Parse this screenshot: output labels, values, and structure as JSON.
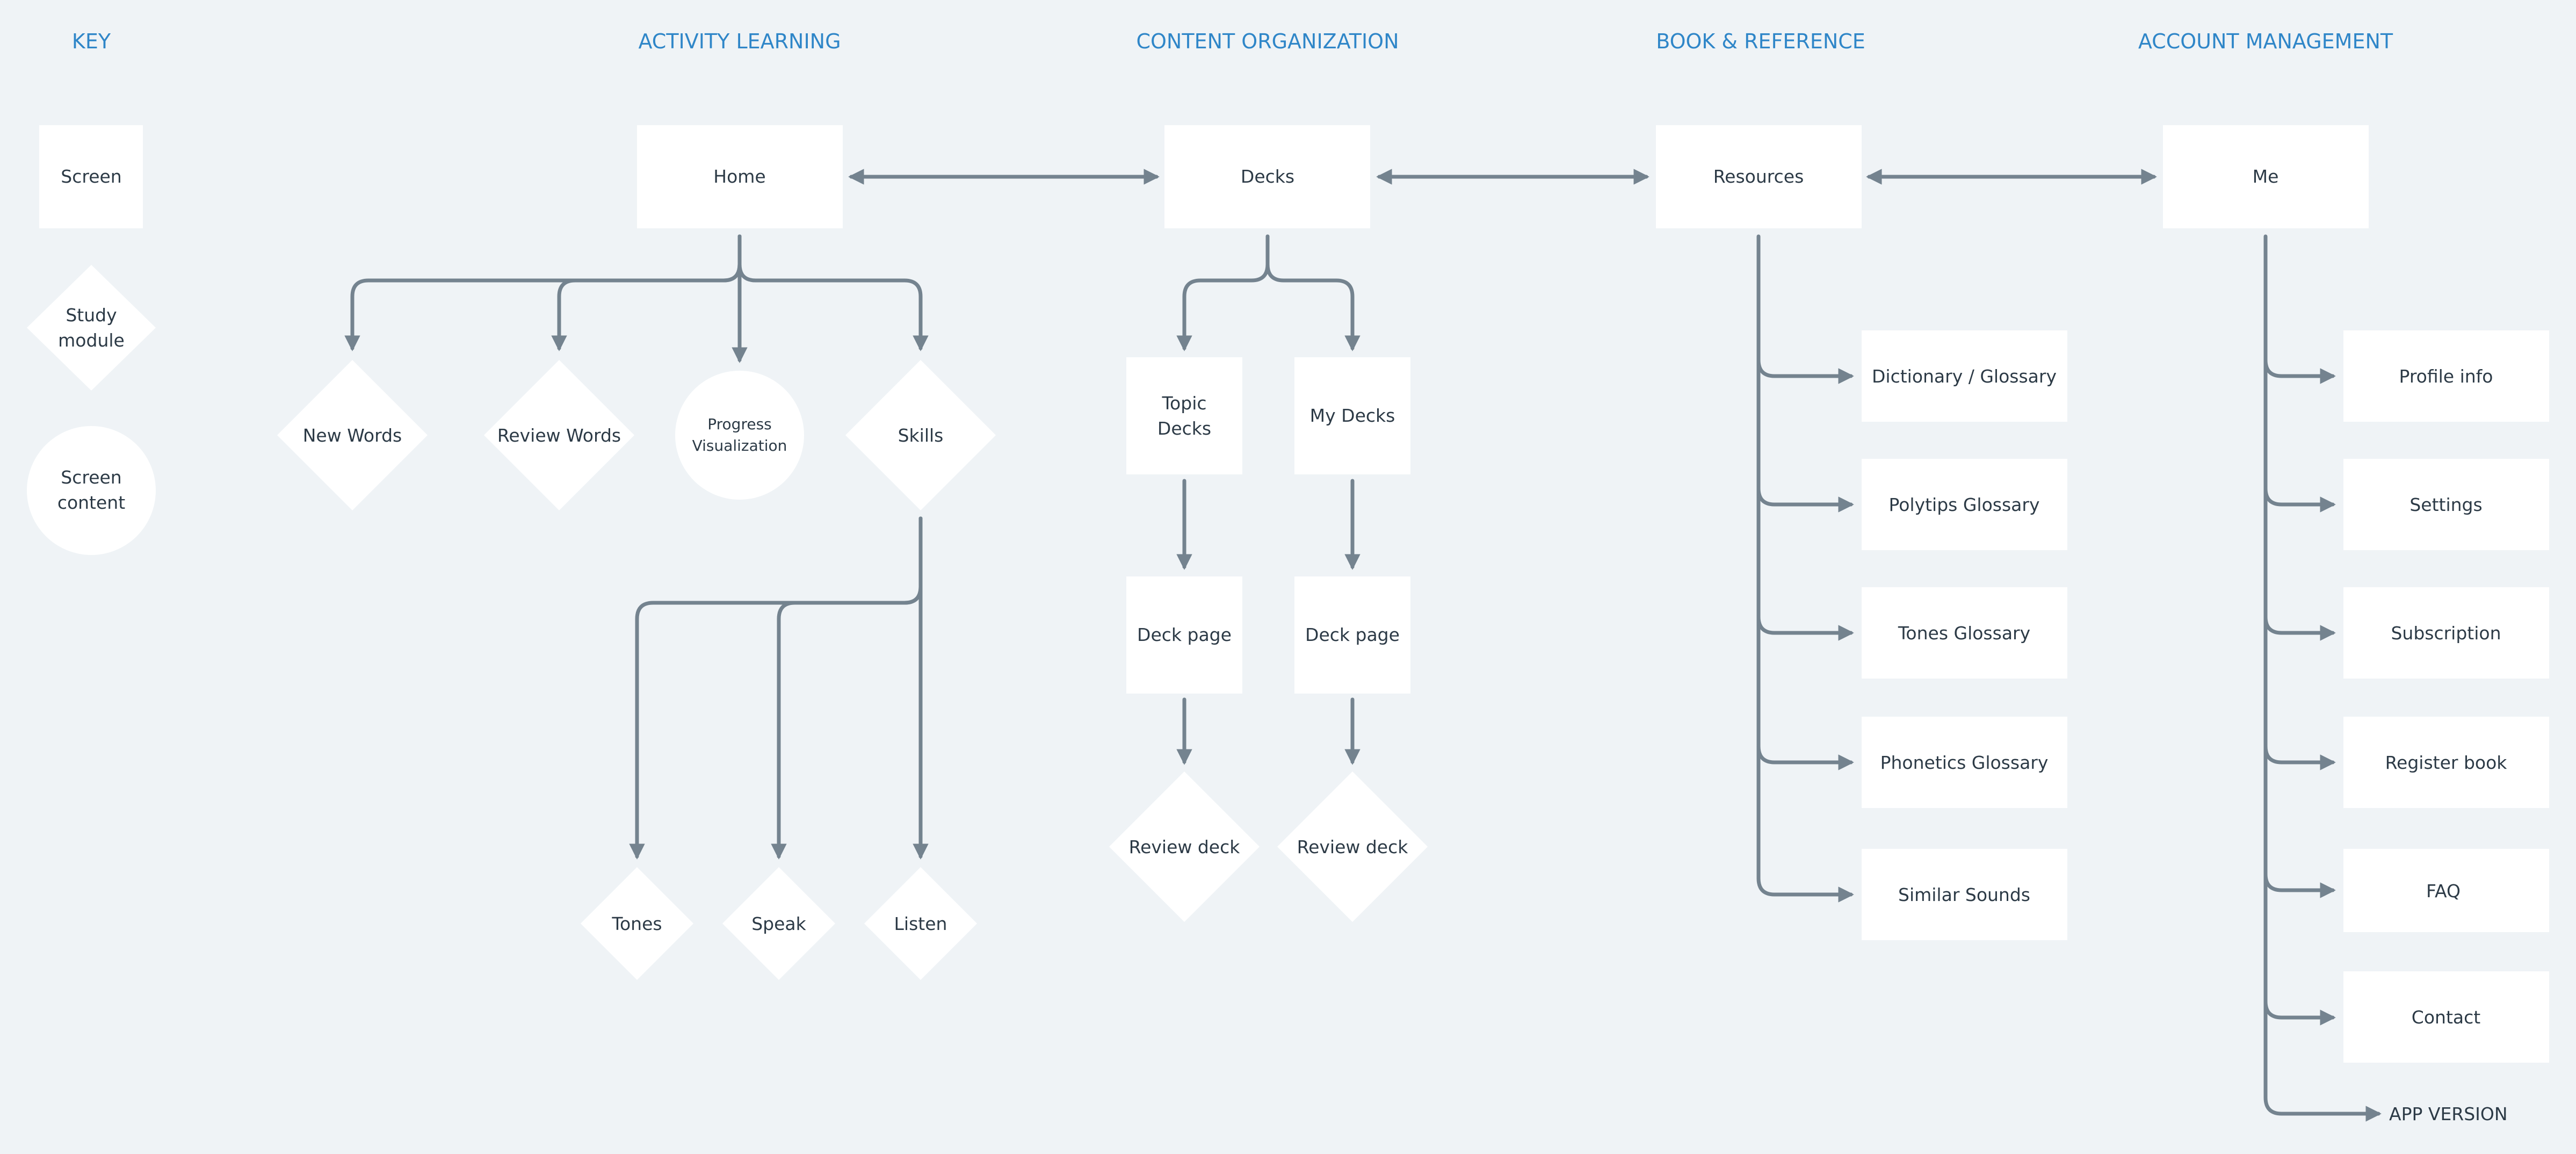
{
  "headers": {
    "key": "KEY",
    "activity": "ACTIVITY LEARNING",
    "content": "CONTENT ORGANIZATION",
    "book": "BOOK & REFERENCE",
    "account": "ACCOUNT MANAGEMENT"
  },
  "key": {
    "screen": "Screen",
    "study_module": [
      "Study",
      "module"
    ],
    "screen_content": [
      "Screen",
      "content"
    ]
  },
  "activity": {
    "home": "Home",
    "new_words": "New Words",
    "review_words": "Review Words",
    "progress": [
      "Progress",
      "Visualization"
    ],
    "skills": "Skills",
    "tones": "Tones",
    "speak": "Speak",
    "listen": "Listen"
  },
  "content": {
    "decks": "Decks",
    "topic_decks": [
      "Topic",
      "Decks"
    ],
    "my_decks": "My Decks",
    "deck_page": "Deck page",
    "review_deck": "Review deck"
  },
  "book": {
    "resources": "Resources",
    "dictionary": "Dictionary / Glossary",
    "polytips": "Polytips Glossary",
    "tones_glossary": "Tones Glossary",
    "phonetics": "Phonetics Glossary",
    "similar_sounds": "Similar Sounds"
  },
  "account": {
    "me": "Me",
    "profile": "Profile info",
    "settings": "Settings",
    "subscription": "Subscription",
    "register": "Register book",
    "faq": "FAQ",
    "contact": "Contact",
    "app_version": "APP VERSION"
  },
  "colors": {
    "background": "#eff3f6",
    "header": "#2f86c8",
    "node": "#ffffff",
    "edge": "#74838f",
    "text": "#2c3a46"
  }
}
